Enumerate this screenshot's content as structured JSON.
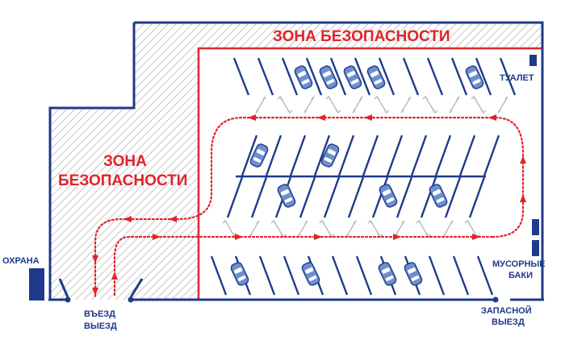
{
  "labels": {
    "safety_zone_top": "ЗОНА БЕЗОПАСНОСТИ",
    "safety_zone_left_line1": "ЗОНА",
    "safety_zone_left_line2": "БЕЗОПАСНОСТИ",
    "guard": "ОХРАНА",
    "entry": "ВЪЕЗД",
    "exit": "ВЫЕЗД",
    "toilet": "ТУАЛЕТ",
    "trash_line1": "МУСОРНЫЕ",
    "trash_line2": "БАКИ",
    "emergency_line1": "ЗАПАСНОЙ",
    "emergency_line2": "ВЫЕЗД"
  },
  "colors": {
    "outline": "#1d3b8a",
    "safety": "#e0242c",
    "car_body": "#6e8fcf",
    "hatch": "#9a9a9a",
    "traffic_arrow": "#b9b9b9"
  },
  "icons": [
    "car-icon",
    "two-way-arrow-icon",
    "direction-arrow-icon",
    "hatch-pattern"
  ]
}
